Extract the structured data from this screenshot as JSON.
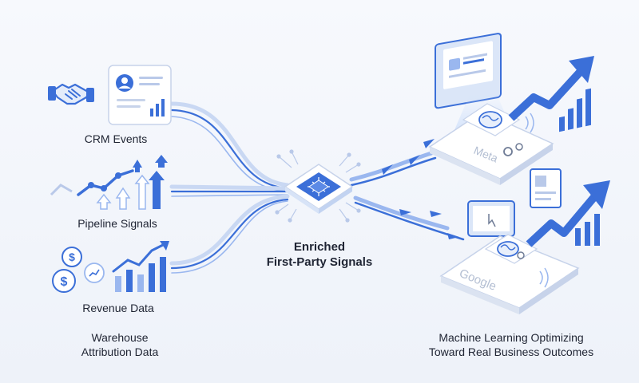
{
  "sources": [
    {
      "label": "CRM Events",
      "icon": "handshake-icon"
    },
    {
      "label": "Pipeline Signals",
      "icon": "growth-arrows-icon"
    },
    {
      "label": "Revenue Data",
      "icon": "dollar-coins-icon"
    }
  ],
  "warehouse_caption": {
    "line1": "Warehouse",
    "line2": "Attribution Data"
  },
  "hub": {
    "line1": "Enriched",
    "line2": "First-Party Signals",
    "icon": "chip-icon"
  },
  "platforms": [
    {
      "label": "Meta",
      "icon": "brain-icon"
    },
    {
      "label": "Google",
      "icon": "brain-icon"
    }
  ],
  "outcome_caption": {
    "line1": "Machine Learning Optimizing",
    "line2": "Toward Real Business Outcomes"
  },
  "colors": {
    "accent": "#3b6fd8",
    "accent_light": "#9ab7ef",
    "text": "#1f2433"
  }
}
